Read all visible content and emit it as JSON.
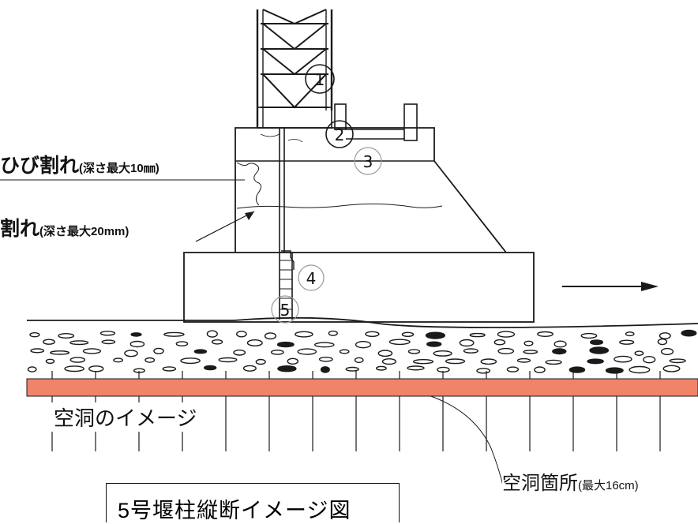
{
  "labels": {
    "crack1_main": "ひび割れ",
    "crack1_note": "(深さ最大10㎜)",
    "crack2_main": "割れ",
    "crack2_note": "(深さ最大20mm)",
    "cavity_image": "空洞のイメージ",
    "cavity_location_main": "空洞箇所",
    "cavity_location_note": "(最大16cm)",
    "figure_title": "5号堰柱縦断イメージ図"
  },
  "markers": [
    "1",
    "2",
    "3",
    "4",
    "5"
  ],
  "colors": {
    "cavity_band": "#f08368",
    "line": "#1a1a1a"
  }
}
